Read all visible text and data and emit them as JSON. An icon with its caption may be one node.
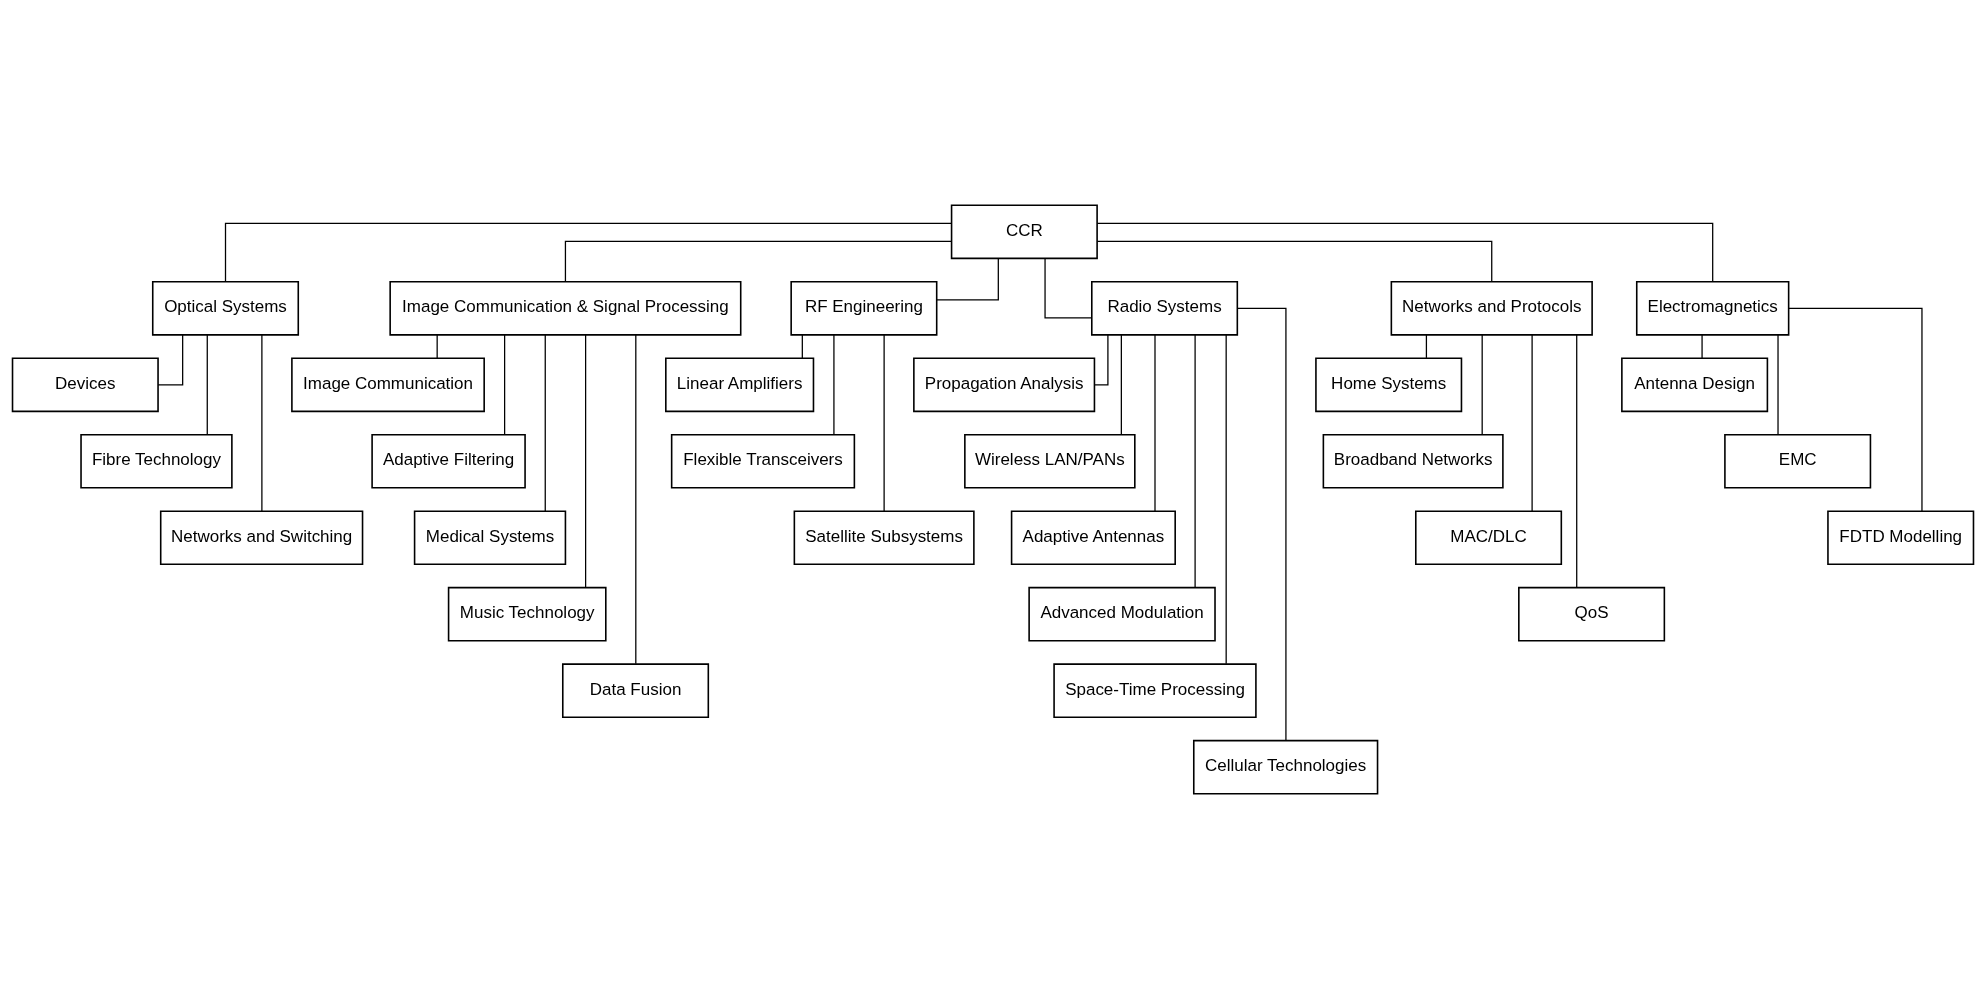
{
  "diagram": {
    "nodes": [
      {
        "text": [
          "CCR"
        ]
      },
      {
        "text": [
          "Optical Systems"
        ]
      },
      {
        "text": [
          "Image Communication & Signal Processing"
        ]
      },
      {
        "text": [
          "RF Engineering"
        ]
      },
      {
        "text": [
          "Radio Systems"
        ]
      },
      {
        "text": [
          "Networks and Protocols"
        ]
      },
      {
        "text": [
          "Electromagnetics"
        ]
      },
      {
        "text": [
          "Devices"
        ]
      },
      {
        "text": [
          "Fibre Technology"
        ]
      },
      {
        "text": [
          "Networks and Switching"
        ]
      },
      {
        "text": [
          "Image Communication"
        ]
      },
      {
        "text": [
          "Adaptive Filtering"
        ]
      },
      {
        "text": [
          "Medical Systems"
        ]
      },
      {
        "text": [
          "Music Technology"
        ]
      },
      {
        "text": [
          "Data Fusion"
        ]
      },
      {
        "text": [
          "Linear Amplifiers"
        ]
      },
      {
        "text": [
          "Flexible Transceivers"
        ]
      },
      {
        "text": [
          "Satellite Subsystems"
        ]
      },
      {
        "text": [
          "Propagation Analysis"
        ]
      },
      {
        "text": [
          "Wireless LAN/PANs"
        ]
      },
      {
        "text": [
          "Adaptive Antennas"
        ]
      },
      {
        "text": [
          "Advanced Modulation"
        ]
      },
      {
        "text": [
          "Space-Time Processing"
        ]
      },
      {
        "text": [
          "Cellular Technologies"
        ]
      },
      {
        "text": [
          "Home Systems"
        ]
      },
      {
        "text": [
          "Broadband Networks"
        ]
      },
      {
        "text": [
          "MAC/DLC"
        ]
      },
      {
        "text": [
          "QoS"
        ]
      },
      {
        "text": [
          "Antenna Design"
        ]
      },
      {
        "text": [
          "EMC"
        ]
      },
      {
        "text": [
          "FDTD Modelling"
        ]
      }
    ],
    "edges": [
      {
        "from": 0,
        "to": 1,
        "arrow": "none"
      },
      {
        "from": 0,
        "to": 2,
        "arrow": "none"
      },
      {
        "from": 0,
        "to": 3,
        "arrow": "none"
      },
      {
        "from": 0,
        "to": 4,
        "arrow": "none"
      },
      {
        "from": 0,
        "to": 5,
        "arrow": "none"
      },
      {
        "from": 0,
        "to": 6,
        "arrow": "none"
      },
      {
        "from": 1,
        "to": 7,
        "arrow": "none"
      },
      {
        "from": 1,
        "to": 8,
        "arrow": "none"
      },
      {
        "from": 1,
        "to": 9,
        "arrow": "none"
      },
      {
        "from": 2,
        "to": 10,
        "arrow": "none"
      },
      {
        "from": 2,
        "to": 11,
        "arrow": "none"
      },
      {
        "from": 2,
        "to": 12,
        "arrow": "none"
      },
      {
        "from": 2,
        "to": 13,
        "arrow": "none"
      },
      {
        "from": 2,
        "to": 14,
        "arrow": "none"
      },
      {
        "from": 3,
        "to": 15,
        "arrow": "none"
      },
      {
        "from": 3,
        "to": 16,
        "arrow": "none"
      },
      {
        "from": 3,
        "to": 17,
        "arrow": "none"
      },
      {
        "from": 4,
        "to": 18,
        "arrow": "none"
      },
      {
        "from": 4,
        "to": 19,
        "arrow": "none"
      },
      {
        "from": 4,
        "to": 20,
        "arrow": "none"
      },
      {
        "from": 4,
        "to": 21,
        "arrow": "none"
      },
      {
        "from": 4,
        "to": 22,
        "arrow": "none"
      },
      {
        "from": 4,
        "to": 23,
        "arrow": "none"
      },
      {
        "from": 5,
        "to": 24,
        "arrow": "none"
      },
      {
        "from": 5,
        "to": 25,
        "arrow": "none"
      },
      {
        "from": 5,
        "to": 26,
        "arrow": "none"
      },
      {
        "from": 5,
        "to": 27,
        "arrow": "none"
      },
      {
        "from": 6,
        "to": 28,
        "arrow": "none"
      },
      {
        "from": 6,
        "to": 29,
        "arrow": "none"
      },
      {
        "from": 6,
        "to": 30,
        "arrow": "none"
      }
    ]
  }
}
